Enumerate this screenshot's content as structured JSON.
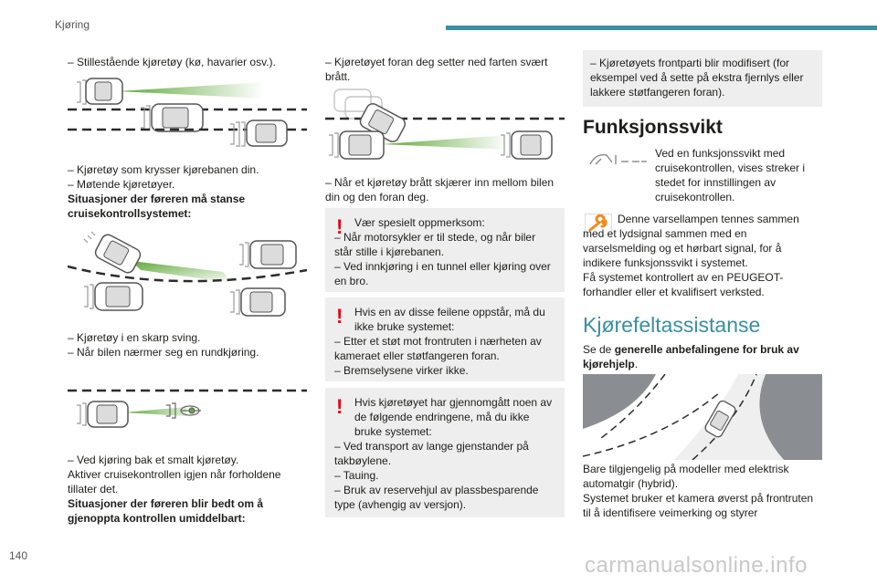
{
  "header": {
    "title": "Kjøring"
  },
  "page": {
    "number": "140",
    "watermark": "carmanualsonline.info"
  },
  "col1": {
    "l1": "– Stillestående kjøretøy (kø, havarier osv.).",
    "l2": "– Kjøretøy som krysser kjørebanen din.",
    "l3": "– Møtende kjøretøyer.",
    "h1": "Situasjoner der føreren må stanse cruisekontrollsystemet:",
    "l4": "– Kjøretøy i en skarp sving.",
    "l5": "– Når bilen nærmer seg en rundkjøring.",
    "l6": "– Ved kjøring bak et smalt kjøretøy.",
    "l7": "Aktiver cruisekontrollen igjen når forholdene tillater det.",
    "h2": "Situasjoner der føreren blir bedt om å gjenoppta kontrollen umiddelbart:"
  },
  "col2": {
    "l1": "– Kjøretøyet foran deg setter ned farten svært brått.",
    "l2": "– Når et kjøretøy brått skjærer inn mellom bilen din og den foran deg.",
    "w1": {
      "first": "Vær spesielt oppmerksom:",
      "lines": [
        "– Når motorsykler er til stede, og når biler står stille i kjørebanen.",
        "– Ved innkjøring i en tunnel eller kjøring over en bro."
      ]
    },
    "w2": {
      "first": "Hvis en av disse feilene oppstår, må du ikke bruke systemet:",
      "lines": [
        "– Etter et støt mot frontruten i nærheten av kameraet eller støtfangeren foran.",
        "– Bremselysene virker ikke."
      ]
    },
    "w3": {
      "first": "Hvis kjøretøyet har gjennomgått noen av de følgende endringene, må du ikke bruke systemet:",
      "lines": [
        "– Ved transport av lange gjenstander på takbøylene.",
        "– Tauing.",
        "– Bruk av reservehjul av plassbesparende type (avhengig av versjon)."
      ]
    },
    "warning_mark": "!"
  },
  "col3": {
    "note": "– Kjøretøyets frontparti blir modifisert (for eksempel ved å sette på ekstra fjernlys eller lakkere støtfangeren foran).",
    "h_fault": "Funksjonssvikt",
    "fault_icon_text": "Ved en funksjonssvikt med cruisekontrollen, vises streker i stedet for innstillingen av cruisekontrollen.",
    "wrench_text": "Denne varsellampen tennes sammen med et lydsignal sammen med en varselsmelding og et hørbart signal, for å indikere funksjonssvikt i systemet.",
    "service_text": "Få systemet kontrollert av en PEUGEOT-forhandler eller et kvalifisert verksted.",
    "h_lane": "Kjørefeltassistanse",
    "see_pre": "Se de ",
    "see_bold": "generelle anbefalingene for bruk av kjørehjelp",
    "see_post": ".",
    "avail": "Bare tilgjengelig på modeller med elektrisk automatgir (hybrid).",
    "camera": "Systemet bruker et kamera øverst på frontruten til å identifisere veimerking og styrer"
  },
  "colors": {
    "accent": "#3a8fa0",
    "warning": "#e30613",
    "beam": "#5fa83a",
    "box": "#eeeeee"
  }
}
